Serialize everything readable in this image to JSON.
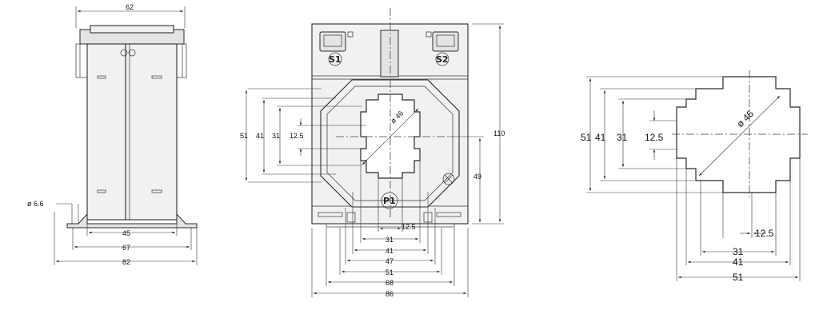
{
  "side_view": {
    "width_top": "62",
    "hole_dia": "ø 6.6",
    "w45": "45",
    "w67": "67",
    "w82": "82"
  },
  "front_view": {
    "terminal_s1": "S1",
    "terminal_s2": "S2",
    "terminal_p1": "P1",
    "window_dia": "ø 46",
    "h51": "51",
    "h41": "41",
    "h31": "31",
    "h12_5": "12.5",
    "h110": "110",
    "h49": "49",
    "w12_5": "12.5",
    "w31": "31",
    "w41": "41",
    "w47": "47",
    "w51": "51",
    "w68": "68",
    "w86": "86"
  },
  "detail_view": {
    "window_dia": "ø 46",
    "h51": "51",
    "h41": "41",
    "h31": "31",
    "h12_5": "12.5",
    "w12_5": "12.5",
    "w31": "31",
    "w41": "41",
    "w51": "51"
  }
}
